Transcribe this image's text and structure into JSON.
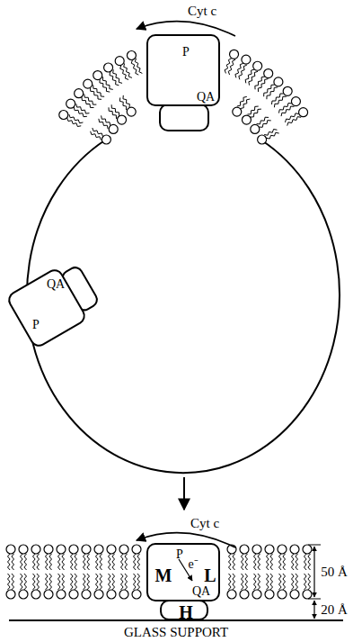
{
  "diagram": {
    "nodes": [
      {
        "text": [
          "P",
          "QA"
        ]
      },
      {
        "text": [
          "QA",
          "P"
        ]
      },
      {
        "text": [
          "P",
          "M",
          "e⁻",
          "L",
          "QA"
        ]
      },
      {
        "text": [
          "H"
        ]
      }
    ],
    "labels": [
      "Cyt c",
      "Cyt c",
      "50 Å",
      "20 Å",
      "GLASS SUPPORT"
    ]
  }
}
